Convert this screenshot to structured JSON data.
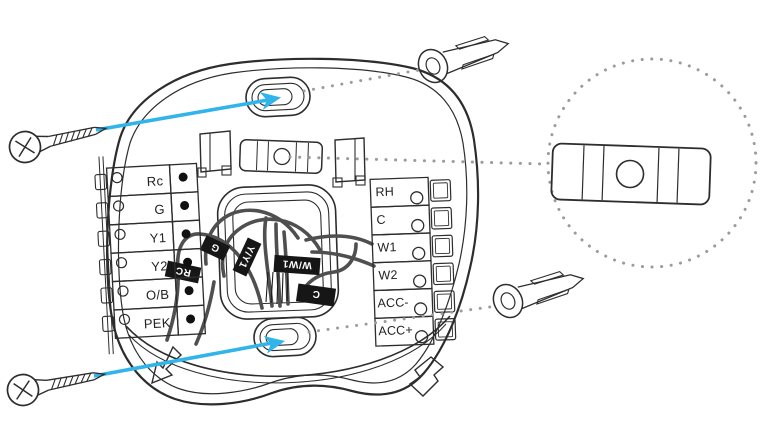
{
  "diagram": {
    "title": "thermostat-backplate-installation-diagram",
    "colors": {
      "line": "#2d2d2d",
      "wire": "#4f4f4f",
      "tag_background": "#161616",
      "tag_text": "#ffffff",
      "accent_blue": "#30b4ea",
      "dotted_leader": "#9b9b9b",
      "background": "#ffffff"
    },
    "plate": {
      "left_terminal_block": {
        "terminals": [
          "Rc",
          "G",
          "Y1",
          "Y2",
          "O/B",
          "PEK"
        ]
      },
      "right_terminal_block": {
        "terminals": [
          "RH",
          "C",
          "W1",
          "W2",
          "ACC-",
          "ACC+"
        ]
      },
      "wire_tags": [
        "RC",
        "G",
        "Y/Y1",
        "W/W1",
        "C"
      ]
    },
    "hardware": {
      "screw_count": "2",
      "anchor_count": "2"
    },
    "callout": {
      "shows": "bubble-level-detail"
    }
  }
}
